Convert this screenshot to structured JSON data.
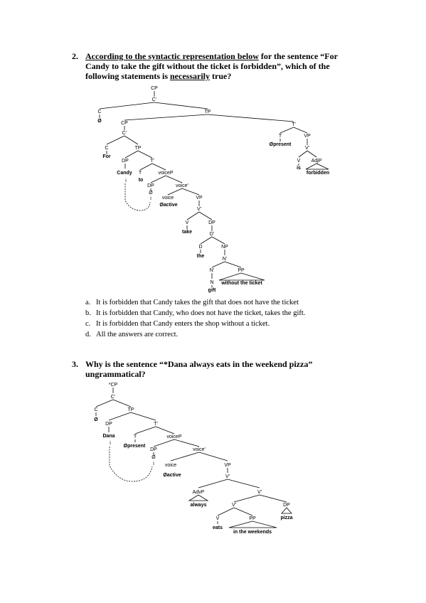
{
  "q2": {
    "number": "2.",
    "text_underlined": "According to the syntactic representation below",
    "text_rest": " for the sentence “For Candy to take the gift without the ticket is forbidden”, which of the following statements is ",
    "text_emph": "necessarily",
    "text_end": " true?",
    "tree": {
      "cp": "CP",
      "c_bar": "C'",
      "c": "C",
      "c_null": "Ø",
      "tp": "TP",
      "subj_cp": "CP",
      "subj_c_bar": "C'",
      "subj_c": "C",
      "subj_tp": "TP",
      "for": "For",
      "dp": "DP",
      "t_bar": "T'",
      "candy": "Candy",
      "t": "T",
      "to": "to",
      "voicep": "voiceP",
      "i_trace": "i",
      "dp_trace": "DP",
      "d_trace": "Ø",
      "i_idx": "i",
      "voice_bar": "voice'",
      "voice": "voice",
      "active": "Øactive",
      "vp": "VP",
      "v_bar": "V'",
      "v": "V",
      "take": "take",
      "obj_dp": "DP",
      "d_bar": "D'",
      "d": "D",
      "the": "the",
      "np": "NP",
      "n_bar": "N'",
      "n_bar2": "N'",
      "n": "N",
      "gift": "gift",
      "pp": "PP",
      "pp_text": "without the ticket",
      "main_t_bar": "T'",
      "main_t": "T",
      "present": "Øpresent",
      "main_vp": "VP",
      "main_v_bar": "V'",
      "main_v": "V",
      "is": "is",
      "adjp": "AdjP",
      "forbidden": "forbidden"
    }
  },
  "options": [
    {
      "letter": "a.",
      "text": "It is forbidden that Candy takes the gift that does not have the ticket"
    },
    {
      "letter": "b.",
      "text": "It is forbidden that Candy, who does not have the ticket, takes the gift."
    },
    {
      "letter": "c.",
      "text": "It is forbidden that Candy enters the shop without a ticket."
    },
    {
      "letter": "d.",
      "text": "All the answers are correct."
    }
  ],
  "q3": {
    "number": "3.",
    "text": "Why is the sentence “*Dana always eats in the weekend pizza” ungrammatical?",
    "tree": {
      "cp": "*CP",
      "c_bar": "C'",
      "c": "C",
      "c_null": "Ø",
      "tp": "TP",
      "dp": "DP",
      "t_bar": "T'",
      "dana": "Dana",
      "i_idx": "i",
      "t": "T",
      "present": "Øpresent",
      "voicep": "voiceP",
      "dp_trace": "DP",
      "d_trace": "Ø",
      "i_trace": "i",
      "voice_bar": "voice'",
      "voice": "voice",
      "active": "Øactive",
      "vp": "VP",
      "v_bar": "V'",
      "advp": "AdvP",
      "always": "always",
      "v_bar2": "V'",
      "v_bar3": "V'",
      "obj_dp": "DP",
      "v": "V",
      "pp": "PP",
      "pizza": "pizza",
      "eats": "eats",
      "pp_text": "in the weekends"
    }
  }
}
